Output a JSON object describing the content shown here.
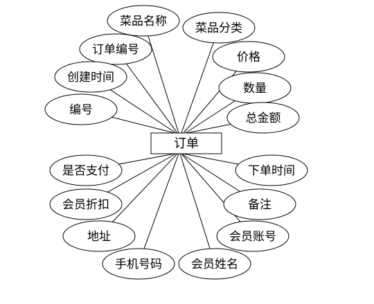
{
  "entity": {
    "label": "订单"
  },
  "attributes": [
    {
      "key": "dish_name",
      "label": "菜品名称"
    },
    {
      "key": "dish_category",
      "label": "菜品分类"
    },
    {
      "key": "order_no",
      "label": "订单编号"
    },
    {
      "key": "price",
      "label": "价格"
    },
    {
      "key": "created_time",
      "label": "创建时间"
    },
    {
      "key": "quantity",
      "label": "数量"
    },
    {
      "key": "id",
      "label": "编号"
    },
    {
      "key": "total_amount",
      "label": "总金额"
    },
    {
      "key": "is_paid",
      "label": "是否支付"
    },
    {
      "key": "order_time",
      "label": "下单时间"
    },
    {
      "key": "member_discount",
      "label": "会员折扣"
    },
    {
      "key": "remark",
      "label": "备注"
    },
    {
      "key": "address",
      "label": "地址"
    },
    {
      "key": "member_account",
      "label": "会员账号"
    },
    {
      "key": "phone",
      "label": "手机号码"
    },
    {
      "key": "member_name",
      "label": "会员姓名"
    }
  ]
}
